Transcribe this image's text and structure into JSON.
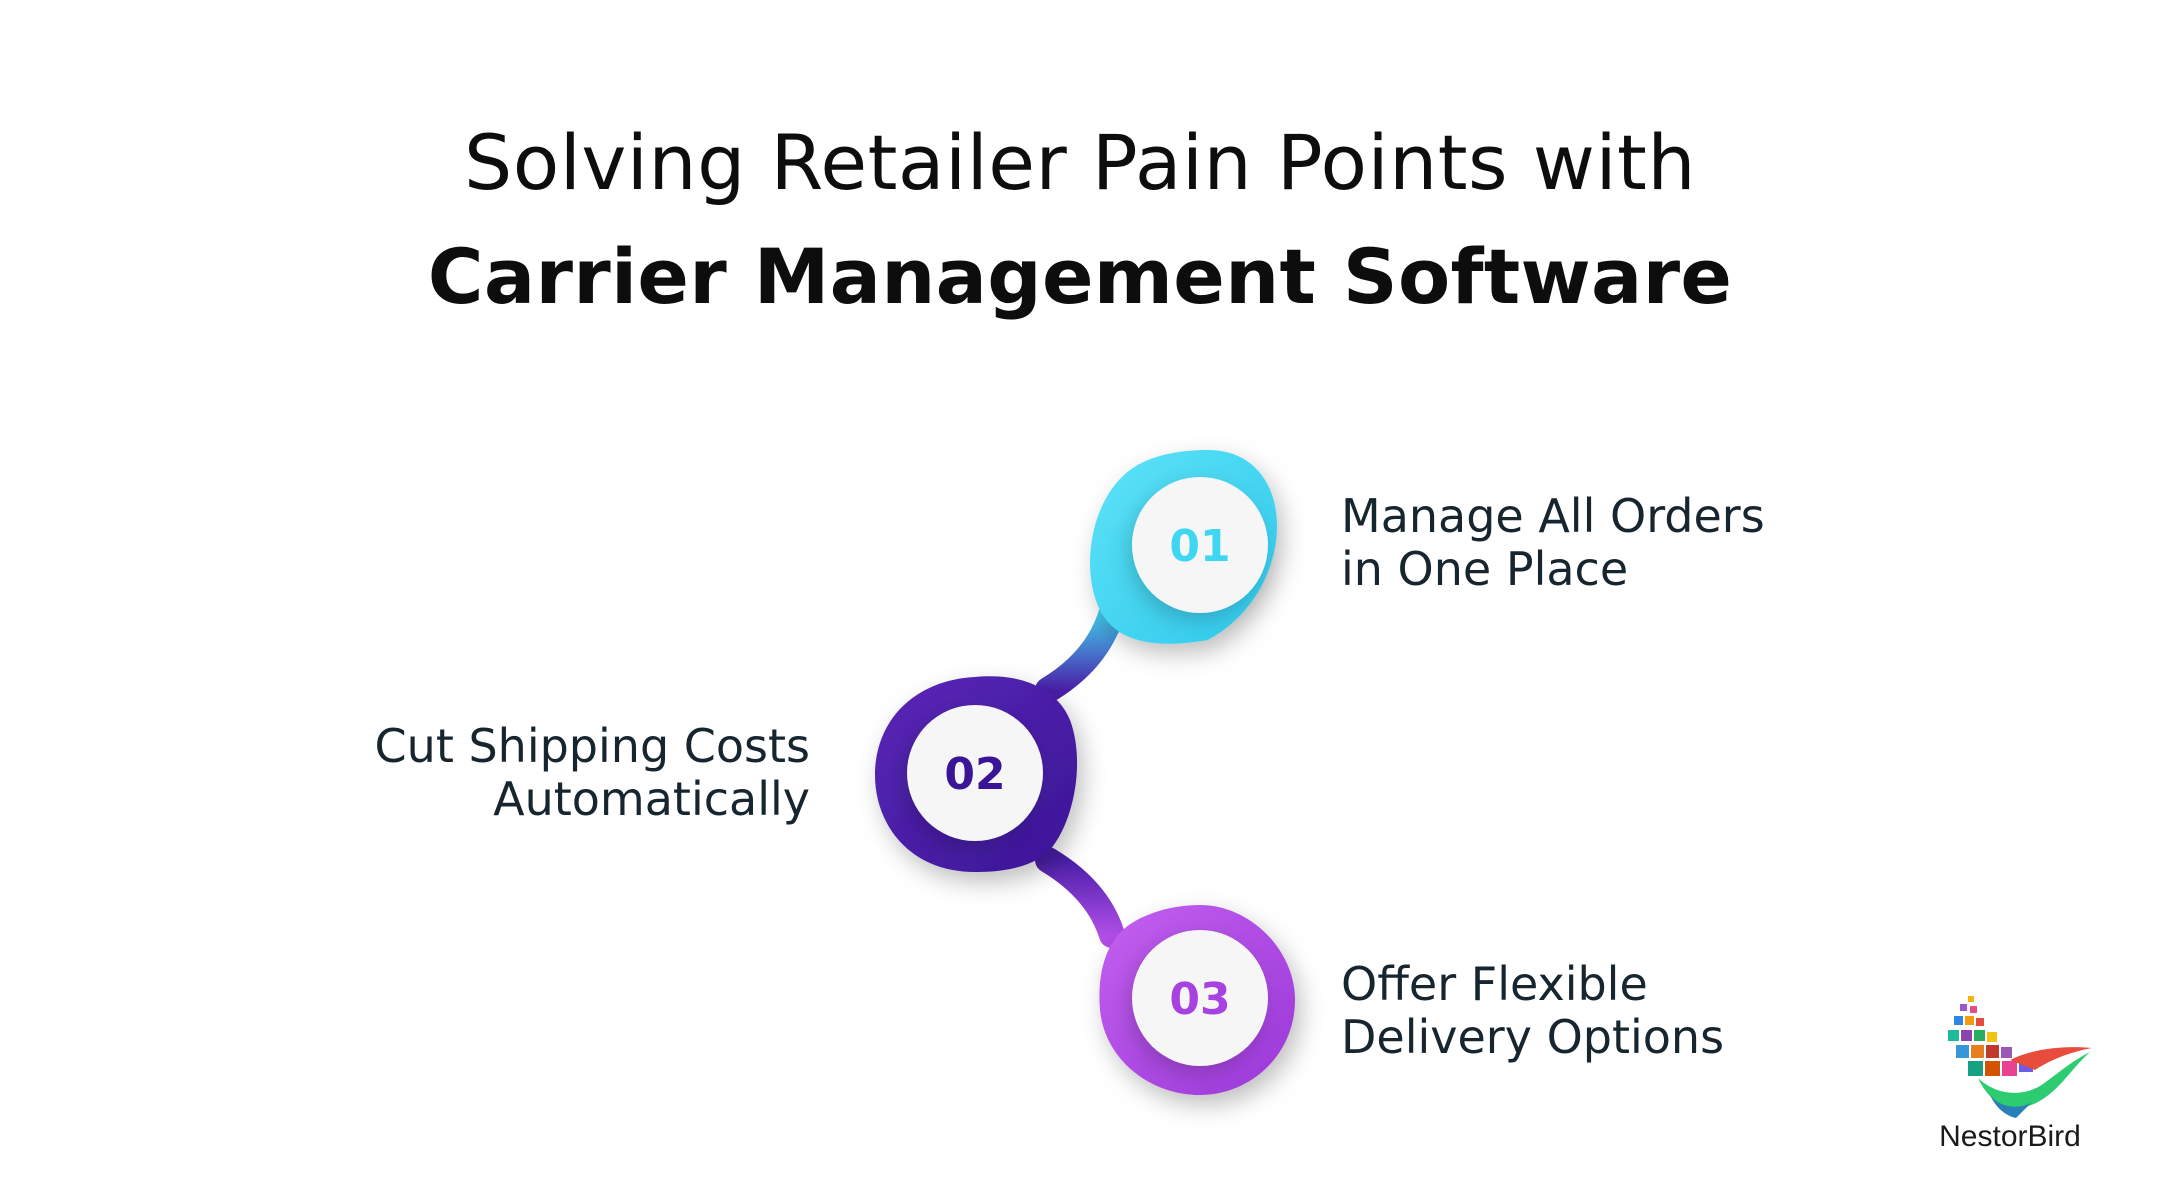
{
  "title": {
    "line1": "Solving Retailer Pain Points with",
    "line2": "Carrier Management Software"
  },
  "steps": [
    {
      "number": "01",
      "line1": "Manage All Orders",
      "line2": "in One Place",
      "color": "#3fd6f2"
    },
    {
      "number": "02",
      "line1": "Cut Shipping Costs",
      "line2": "Automatically",
      "color": "#4a1ea8"
    },
    {
      "number": "03",
      "line1": "Offer Flexible",
      "line2": "Delivery Options",
      "color": "#b14ee8"
    }
  ],
  "logo": {
    "name": "NestorBird",
    "icon": "hummingbird-logo-icon"
  }
}
